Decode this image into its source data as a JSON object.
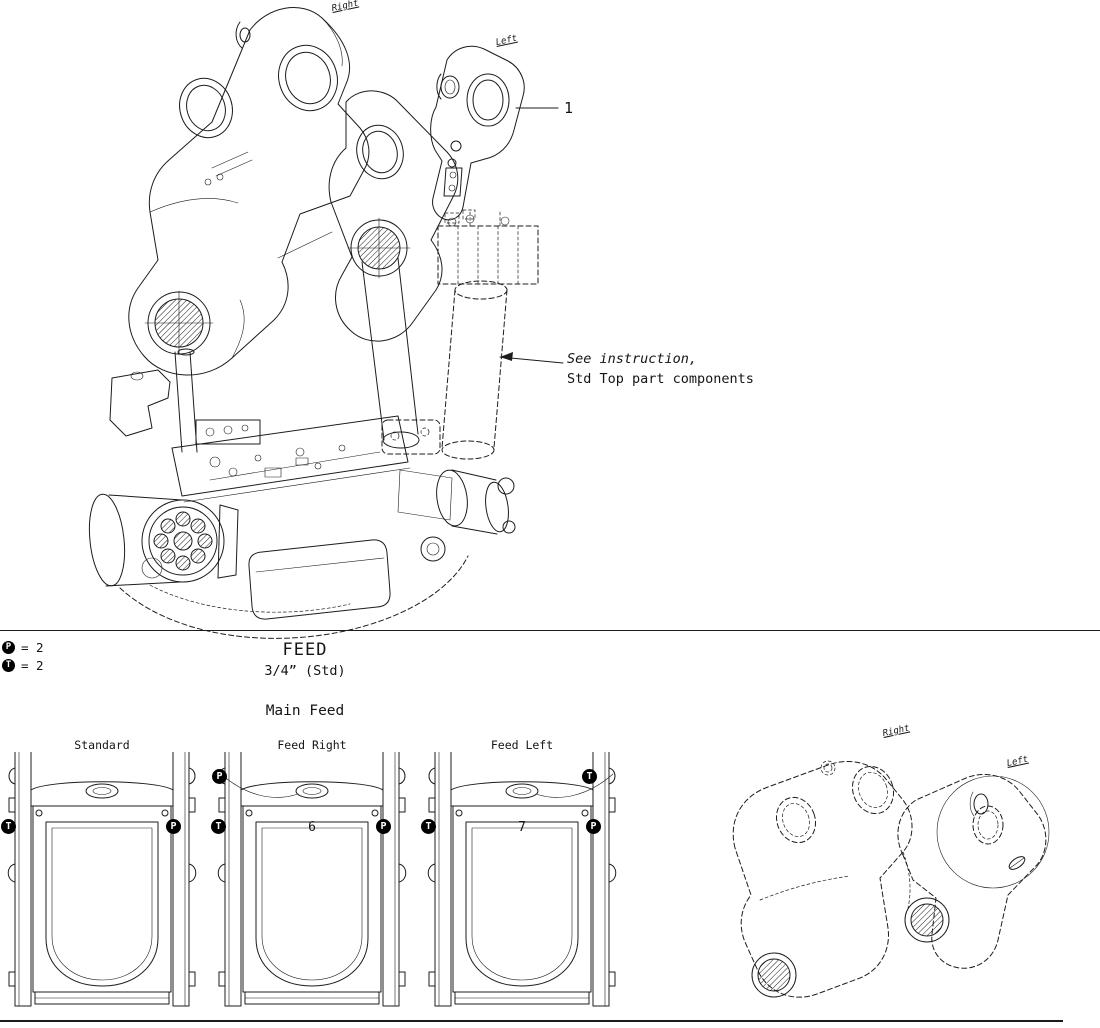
{
  "colors": {
    "line": "#1c1c1c",
    "background": "#ffffff",
    "badge_bg": "#000000",
    "badge_text": "#ffffff"
  },
  "main_drawing": {
    "label_right": "Right",
    "label_left": "Left",
    "callout_number": "1",
    "note_line1": "See instruction,",
    "note_line2": "Std Top part components"
  },
  "legend": {
    "items": [
      {
        "symbol": "P",
        "value": "= 2"
      },
      {
        "symbol": "T",
        "value": "= 2"
      }
    ]
  },
  "feed_section": {
    "title": "FEED",
    "subtitle": "3/4” (Std)",
    "group_label": "Main Feed",
    "diagrams": [
      {
        "title": "Standard",
        "number": "",
        "left_badge": "T",
        "right_badge": "P"
      },
      {
        "title": "Feed Right",
        "number": "6",
        "top_badge": "P",
        "left_badge": "T",
        "right_badge": "P"
      },
      {
        "title": "Feed Left",
        "number": "7",
        "top_badge": "T",
        "left_badge": "T",
        "right_badge": "P"
      }
    ]
  },
  "secondary_drawing": {
    "label_right": "Right",
    "label_left": "Left"
  }
}
